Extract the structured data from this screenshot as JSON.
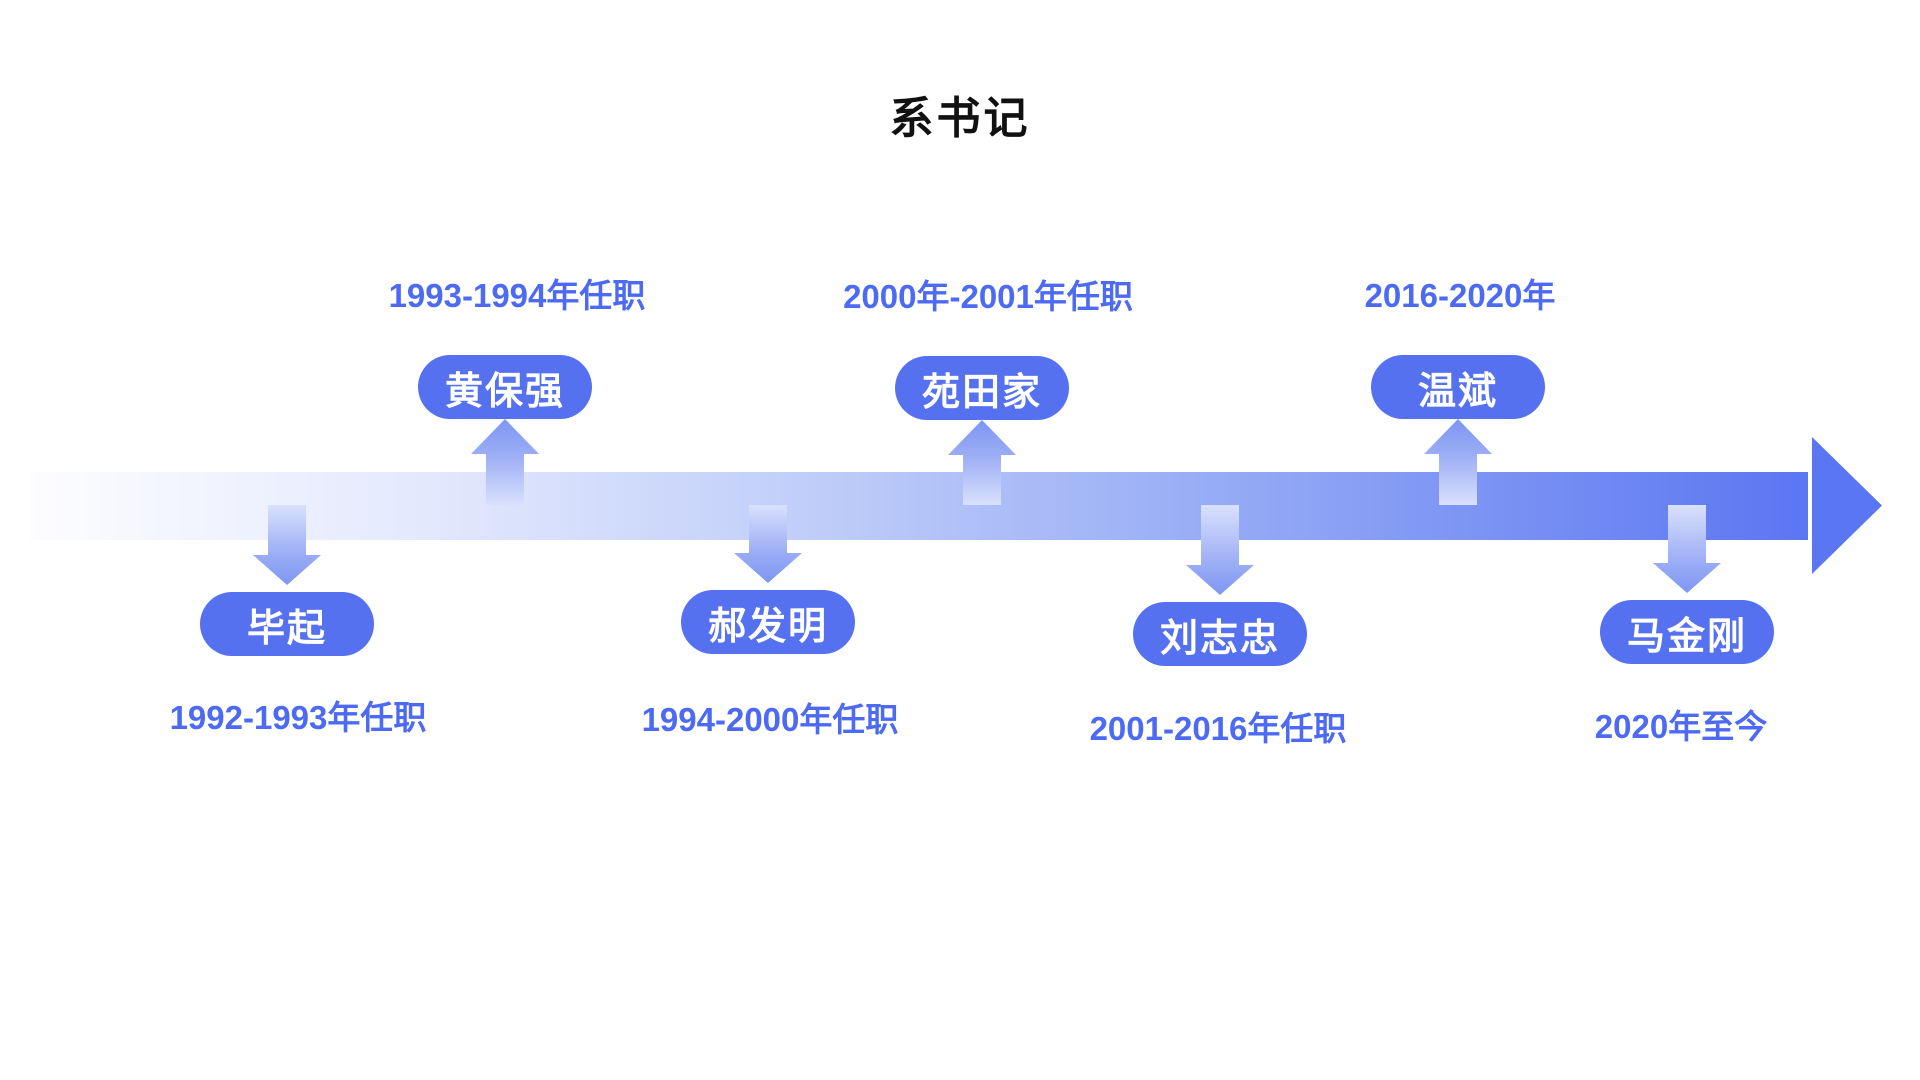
{
  "title": "系书记",
  "colors": {
    "accent": "#5571F0",
    "axis_gradient_start": "#FDFDFF",
    "axis_gradient_end": "#5B76F2",
    "date_text": "#4C6AF3",
    "pill_text": "#FFFFFF",
    "title_text": "#111111",
    "connector_light": "#D9E1FC",
    "connector_dark": "#7E96F3"
  },
  "entries": [
    {
      "name": "毕起",
      "date": "1992-1993年任职",
      "side": "below"
    },
    {
      "name": "黄保强",
      "date": "1993-1994年任职",
      "side": "above"
    },
    {
      "name": "郝发明",
      "date": "1994-2000年任职",
      "side": "below"
    },
    {
      "name": "苑田家",
      "date": "2000年-2001年任职",
      "side": "above"
    },
    {
      "name": "刘志忠",
      "date": "2001-2016年任职",
      "side": "below"
    },
    {
      "name": "温斌",
      "date": "2016-2020年",
      "side": "above"
    },
    {
      "name": "马金刚",
      "date": "2020年至今",
      "side": "below"
    }
  ]
}
